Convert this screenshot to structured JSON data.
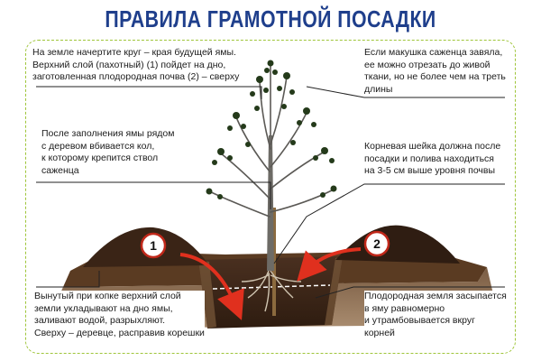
{
  "title": "ПРАВИЛА ГРАМОТНОЙ ПОСАДКИ",
  "markers": [
    {
      "label": "1"
    },
    {
      "label": "2"
    }
  ],
  "notes": {
    "top_left": [
      "На земле начертите круг – края будущей ямы.",
      "Верхний слой (пахотный) (1) пойдет на дно,",
      "заготовленная плодородная почва (2) – сверху"
    ],
    "middle_left": [
      "После заполнения ямы рядом",
      "с деревом вбивается кол,",
      "к которому крепится ствол",
      "саженца"
    ],
    "bottom_left": [
      "Вынутый при копке верхний слой",
      "земли укладывают на дно ямы,",
      "заливают водой, разрыхляют.",
      "Сверху – деревце, расправив корешки"
    ],
    "top_right": [
      "Если макушка саженца завяла,",
      "ее можно отрезать до живой",
      "ткани, но не более чем на треть",
      "длины"
    ],
    "middle_right": [
      "Корневая шейка должна после",
      "посадки и полива находиться",
      "на 3-5 см выше уровня почвы"
    ],
    "bottom_right": [
      "Плодородная земля засыпается",
      "в яму равномерно",
      "и утрамбовывается вкруг",
      "корней"
    ]
  },
  "colors": {
    "title": "#1f3f8c",
    "frame": "#9fc53a",
    "arrow": "#e0301e",
    "soil_dark": "#3a2416",
    "soil_light": "#8a6a4a",
    "leader_line": "#222222",
    "badge_fill": "#ffffff",
    "badge_stroke": "#c0281a"
  }
}
